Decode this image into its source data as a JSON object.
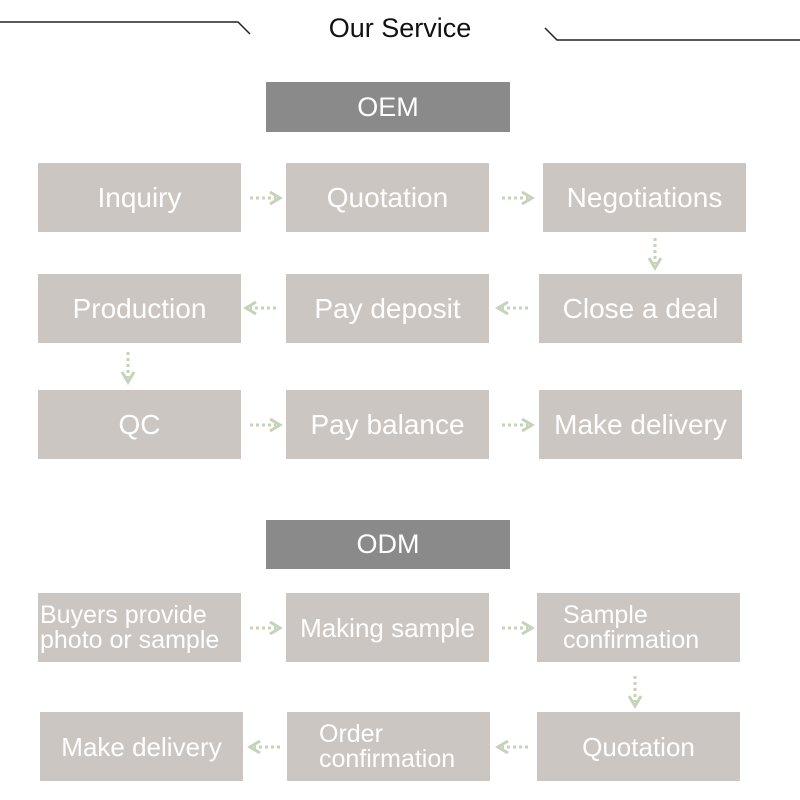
{
  "title": "Our Service",
  "colors": {
    "box": "#cbc6c2",
    "header": "#8a8a8a",
    "arrow": "#c5d3ba",
    "line": "#222222"
  },
  "oem": {
    "header": "OEM",
    "steps": [
      "Inquiry",
      "Quotation",
      "Negotiations",
      "Close a deal",
      "Pay deposit",
      "Production",
      "QC",
      "Pay balance",
      "Make delivery"
    ]
  },
  "odm": {
    "header": "ODM",
    "steps": [
      {
        "line1": "Buyers provide",
        "line2": "photo or sample"
      },
      {
        "label": "Making sample"
      },
      {
        "line1": "Sample",
        "line2": "confirmation"
      },
      {
        "label": "Quotation"
      },
      {
        "line1": "Order",
        "line2": "confirmation"
      },
      {
        "label": "Make delivery"
      }
    ]
  }
}
